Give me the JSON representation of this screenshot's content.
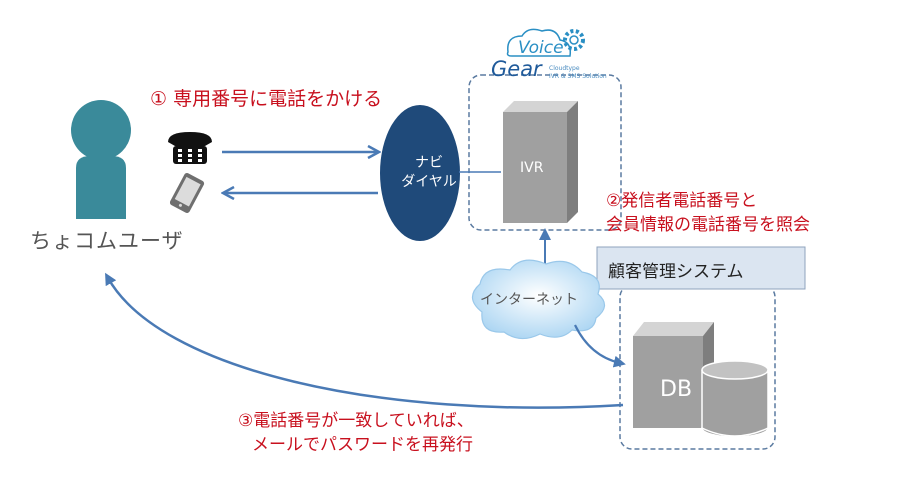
{
  "labels": {
    "user": "ちょコムユーザ",
    "step1": "① 専用番号に電話をかける",
    "step2_line1": "②発信者電話番号と",
    "step2_line2": "会員情報の電話番号を照会",
    "step3_line1": "③電話番号が一致していれば、",
    "step3_line2": "メールでパスワードを再発行",
    "navi_line1": "ナビ",
    "navi_line2": "ダイヤル",
    "ivr": "IVR",
    "db": "DB",
    "crm_system": "顧客管理システム",
    "internet": "インターネット"
  },
  "logo": {
    "voice": "Voice",
    "gear": "Gear",
    "sub_line1": "Cloudtype",
    "sub_line2": "IVR & SMS Solution"
  },
  "icons": [
    "user-icon",
    "telephone-icon",
    "smartphone-icon",
    "gear-icon",
    "cloud-icon",
    "server-icon",
    "database-icon"
  ],
  "colors": {
    "accent_red": "#c8101e",
    "arrow_blue": "#4a7ab5",
    "navi_fill": "#1f4a7a",
    "user_fill": "#3a8a9a",
    "server_gray": "#a0a0a0",
    "crm_fill": "#dbe5f1"
  }
}
